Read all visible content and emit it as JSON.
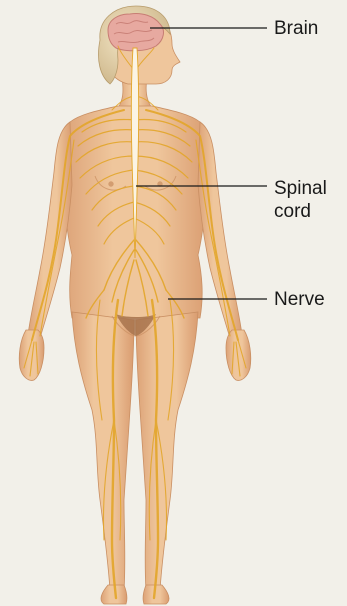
{
  "labels": {
    "brain": "Brain",
    "spinal_cord_line1": "Spinal",
    "spinal_cord_line2": "cord",
    "nerve": "Nerve"
  },
  "colors": {
    "background": "#f2f0e9",
    "skin": "#e9bd91",
    "skin_shade": "#d99f70",
    "hair": "#e6d4ad",
    "brain": "#e7a9a0",
    "nerve": "#e3a62a",
    "spinal_cord": "#fbf4e4",
    "leader_line": "#1a1a1a"
  }
}
